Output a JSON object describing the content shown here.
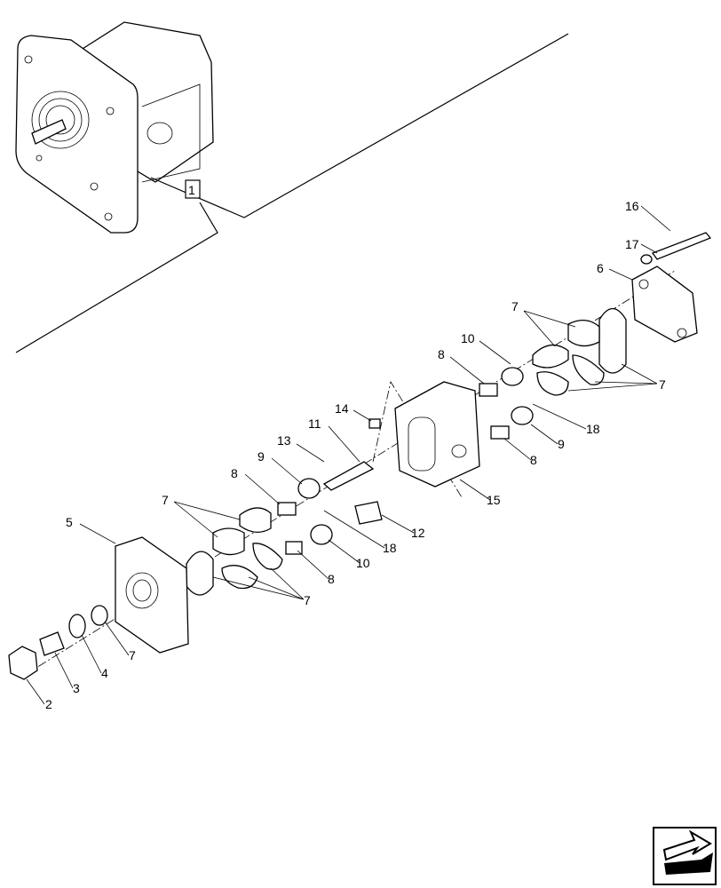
{
  "diagram": {
    "type": "exploded-parts-view",
    "assembly_callout": "1",
    "callouts": {
      "c16": "16",
      "c17": "17",
      "c6": "6",
      "c7a": "7",
      "c7b": "7",
      "c10a": "10",
      "c8a": "8",
      "c14": "14",
      "c18a": "18",
      "c9a": "9",
      "c8b": "8",
      "c11": "11",
      "c13": "13",
      "c9b": "9",
      "c15": "15",
      "c8c": "8",
      "c7c": "7",
      "c12": "12",
      "c18b": "18",
      "c5": "5",
      "c10b": "10",
      "c8d": "8",
      "c7d": "7",
      "c7e": "7",
      "c4": "4",
      "c3": "3",
      "c2": "2"
    },
    "nav_icon": "arrow-previous-icon"
  }
}
